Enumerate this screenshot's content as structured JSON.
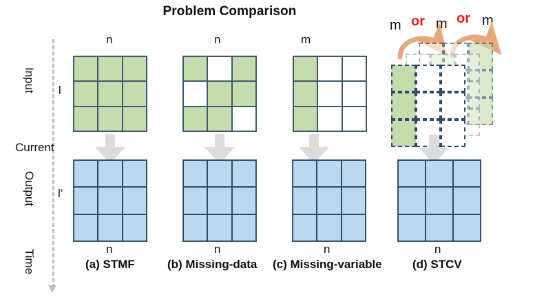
{
  "title": "Problem Comparison",
  "axis": {
    "input_label": "Input",
    "output_label": "Output",
    "current_label": "Current",
    "time_label": "Time",
    "input_dim": "l",
    "output_dim": "l’"
  },
  "panels": [
    {
      "id": "stmf",
      "caption": "(a) STMF",
      "top_dim": "n",
      "bottom_dim": "n",
      "input_grid": [
        [
          "g",
          "g",
          "g"
        ],
        [
          "g",
          "g",
          "g"
        ],
        [
          "g",
          "g",
          "g"
        ]
      ],
      "output_grid": [
        [
          "b",
          "b",
          "b"
        ],
        [
          "b",
          "b",
          "b"
        ],
        [
          "b",
          "b",
          "b"
        ]
      ]
    },
    {
      "id": "missing-data",
      "caption": "(b) Missing-data",
      "top_dim": "n",
      "bottom_dim": "n",
      "input_grid": [
        [
          "g",
          "w",
          "g"
        ],
        [
          "w",
          "g",
          "g"
        ],
        [
          "g",
          "g",
          "w"
        ]
      ],
      "output_grid": [
        [
          "b",
          "b",
          "b"
        ],
        [
          "b",
          "b",
          "b"
        ],
        [
          "b",
          "b",
          "b"
        ]
      ]
    },
    {
      "id": "missing-variable",
      "caption": "(c) Missing-variable",
      "top_dim": "m",
      "bottom_dim": "n",
      "input_grid": [
        [
          "g",
          "w",
          "w"
        ],
        [
          "g",
          "w",
          "w"
        ],
        [
          "g",
          "w",
          "w"
        ]
      ],
      "output_grid": [
        [
          "b",
          "b",
          "b"
        ],
        [
          "b",
          "b",
          "b"
        ],
        [
          "b",
          "b",
          "b"
        ]
      ]
    },
    {
      "id": "stcv",
      "caption": "(d) STCV",
      "top_dim": "",
      "bottom_dim": "n",
      "stack": [
        {
          "name": "back-variant",
          "grid": [
            [
              "w",
              "w",
              "g"
            ],
            [
              "w",
              "w",
              "g"
            ],
            [
              "w",
              "w",
              "g"
            ]
          ]
        },
        {
          "name": "middle-variant",
          "grid": [
            [
              "w",
              "g",
              "w"
            ],
            [
              "w",
              "g",
              "w"
            ],
            [
              "w",
              "g",
              "w"
            ]
          ]
        },
        {
          "name": "front-variant",
          "grid": [
            [
              "g",
              "w",
              "w"
            ],
            [
              "g",
              "w",
              "w"
            ],
            [
              "g",
              "w",
              "w"
            ]
          ]
        }
      ],
      "output_grid": [
        [
          "b",
          "b",
          "b"
        ],
        [
          "b",
          "b",
          "b"
        ],
        [
          "b",
          "b",
          "b"
        ]
      ]
    }
  ],
  "stcv_header": {
    "m1": "m",
    "or1": "or",
    "m2": "m",
    "or2": "or",
    "m3": "m"
  },
  "colors": {
    "green_fill": "#c7dcae",
    "blue_fill": "#bdd7ee",
    "matrix_border": "#3d5a6c",
    "blue_border": "#30496b",
    "arrow_gray": "#dcdcdc",
    "curved_arrow": "#e8a87c",
    "or_red": "#ef1c1c",
    "axis_gray": "#bfbfbf"
  }
}
